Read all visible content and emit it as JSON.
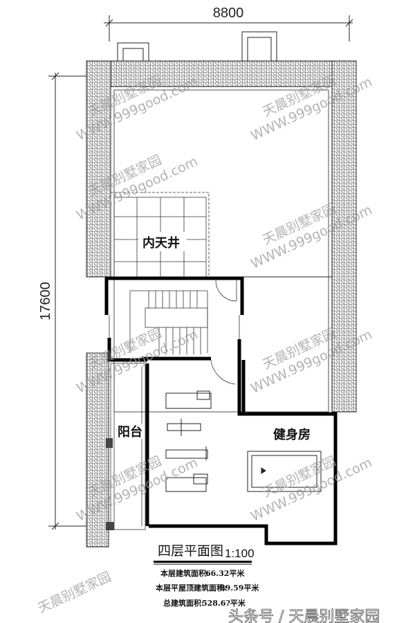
{
  "dimensions": {
    "width_label": "8800",
    "height_label": "17600"
  },
  "rooms": {
    "courtyard": "内天井",
    "balcony": "阳台",
    "gym": "健身房"
  },
  "title": {
    "name": "四层平面图",
    "scale": "1:100"
  },
  "areas": [
    {
      "label": "本层建筑面积:",
      "value": "66.32平米"
    },
    {
      "label": "本层平屋顶建筑面积:",
      "value": "89.59平米"
    },
    {
      "label": "总建筑面积:",
      "value": "528.6?平米"
    }
  ],
  "watermarks": {
    "brand": "天晨别墅家园",
    "site": "WWW.999good.com",
    "footer": "头条号 / 天晨别墅家园"
  },
  "colors": {
    "line": "#111111",
    "watermark": "#9a9a9a"
  }
}
